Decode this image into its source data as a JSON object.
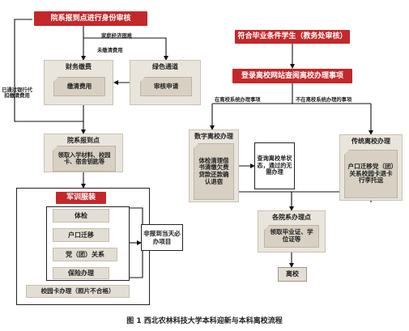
{
  "left": {
    "report_check": "院系报到点进行身份审核",
    "finance": {
      "title": "财务缴费",
      "action": "缴清费用"
    },
    "green": {
      "title": "绿色通道",
      "action": "审核申请"
    },
    "label_hardship": "家庭经济困难",
    "label_unpaid": "未缴清费用",
    "label_bank": "已通过银行代扣缴清费用",
    "dept_report": {
      "title": "院系报到点",
      "action": "领取入学材料、校园卡、宿舍钥匙等"
    },
    "military": "军训服装",
    "items": [
      "体检",
      "户口迁移",
      "党（团）关系",
      "保险办理"
    ],
    "campus_card": "校园卡办理（照片不合格）",
    "note_nonreport": "非报到当天必办项目"
  },
  "right": {
    "eligible": "符合毕业条件学生（教务处审核）",
    "login": "登录离校网站查阅离校办理事项",
    "label_in_system": "在离校系统办理事项",
    "label_not_in_system": "不在离校系统办理的事项",
    "digital": {
      "title": "数字离校办理",
      "action": "体检清理借书清缴欠费贷款还款确认退宿"
    },
    "query_note": "查询离校单状态，通过的无需办理",
    "traditional": {
      "title": "传统离校办理",
      "action": "户口迁移党（团）关系校园卡退卡行李托运"
    },
    "dept_points": {
      "title": "各院系办理点",
      "action": "领取毕业证、学位证等"
    },
    "leave": "离校"
  },
  "caption": "图 1  西北农林科技大学本科迎新与本科离校流程"
}
